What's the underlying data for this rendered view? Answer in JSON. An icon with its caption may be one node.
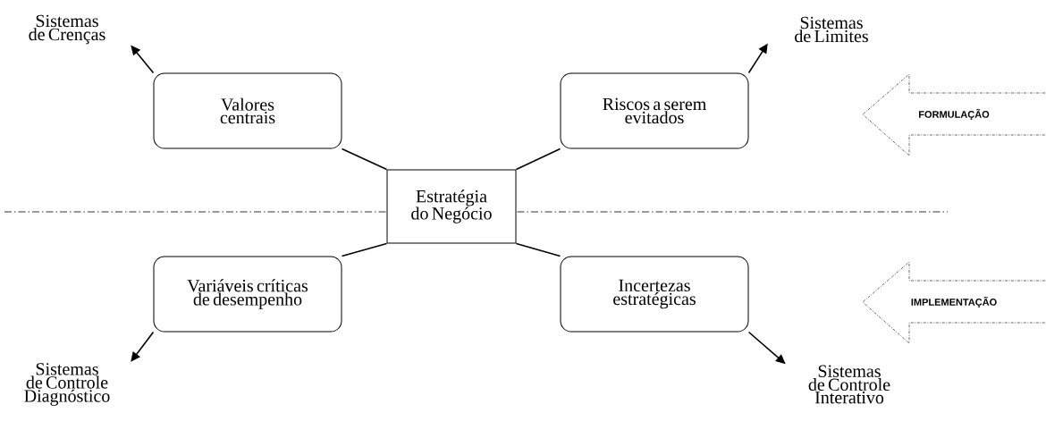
{
  "diagram": {
    "nodes": [
      {
        "text": [
          "Estratégia do Negócio"
        ]
      },
      {
        "text": [
          "Valores centrais"
        ]
      },
      {
        "text": [
          "Riscos a serem evitados"
        ]
      },
      {
        "text": [
          "Variáveis críticas de desempenho"
        ]
      },
      {
        "text": [
          "Incertezas estratégicas"
        ]
      },
      {
        "text": [
          "Sistemas de Crenças"
        ]
      },
      {
        "text": [
          "Sistemas de Limites"
        ]
      },
      {
        "text": [
          "Sistemas de Controle Diagnóstico"
        ]
      },
      {
        "text": [
          "Sistemas de Controle Interativo"
        ]
      },
      {
        "text": [
          "FORMULAÇÃO"
        ]
      },
      {
        "text": [
          "IMPLEMENTAÇÃO"
        ]
      }
    ],
    "edges": [
      {
        "from": 0,
        "to": 1,
        "arrow": "none"
      },
      {
        "from": 0,
        "to": 2,
        "arrow": "none"
      },
      {
        "from": 0,
        "to": 3,
        "arrow": "none"
      },
      {
        "from": 0,
        "to": 4,
        "arrow": "none"
      },
      {
        "from": 1,
        "to": 5,
        "arrow": "to"
      },
      {
        "from": 2,
        "to": 6,
        "arrow": "to"
      },
      {
        "from": 3,
        "to": 7,
        "arrow": "to"
      },
      {
        "from": 4,
        "to": 8,
        "arrow": "to"
      }
    ]
  }
}
